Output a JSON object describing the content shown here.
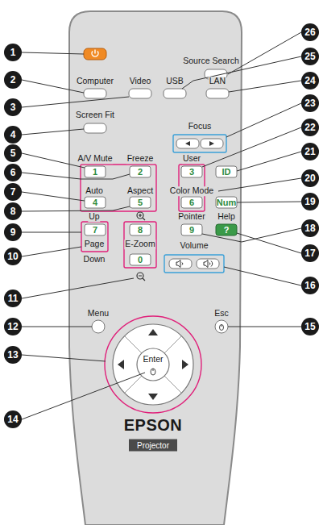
{
  "diagram": {
    "labels": [
      "1",
      "2",
      "3",
      "4",
      "5",
      "6",
      "7",
      "8",
      "9",
      "10",
      "11",
      "12",
      "13",
      "14",
      "15",
      "16",
      "17",
      "18",
      "19",
      "20",
      "21",
      "22",
      "23",
      "24",
      "25",
      "26",
      "Source Search",
      "Computer",
      "Video",
      "USB",
      "LAN",
      "Screen Fit",
      "Focus",
      "A/V Mute",
      "Freeze",
      "User",
      "1",
      "2",
      "3",
      "ID",
      "Auto",
      "Aspect",
      "Color Mode",
      "4",
      "5",
      "6",
      "Num",
      "Up",
      "Pointer",
      "Help",
      "7",
      "8",
      "9",
      "?",
      "Page",
      "E-Zoom",
      "Volume",
      "0",
      "Down",
      "Menu",
      "Esc",
      "Enter",
      "EPSON",
      "Projector"
    ]
  }
}
